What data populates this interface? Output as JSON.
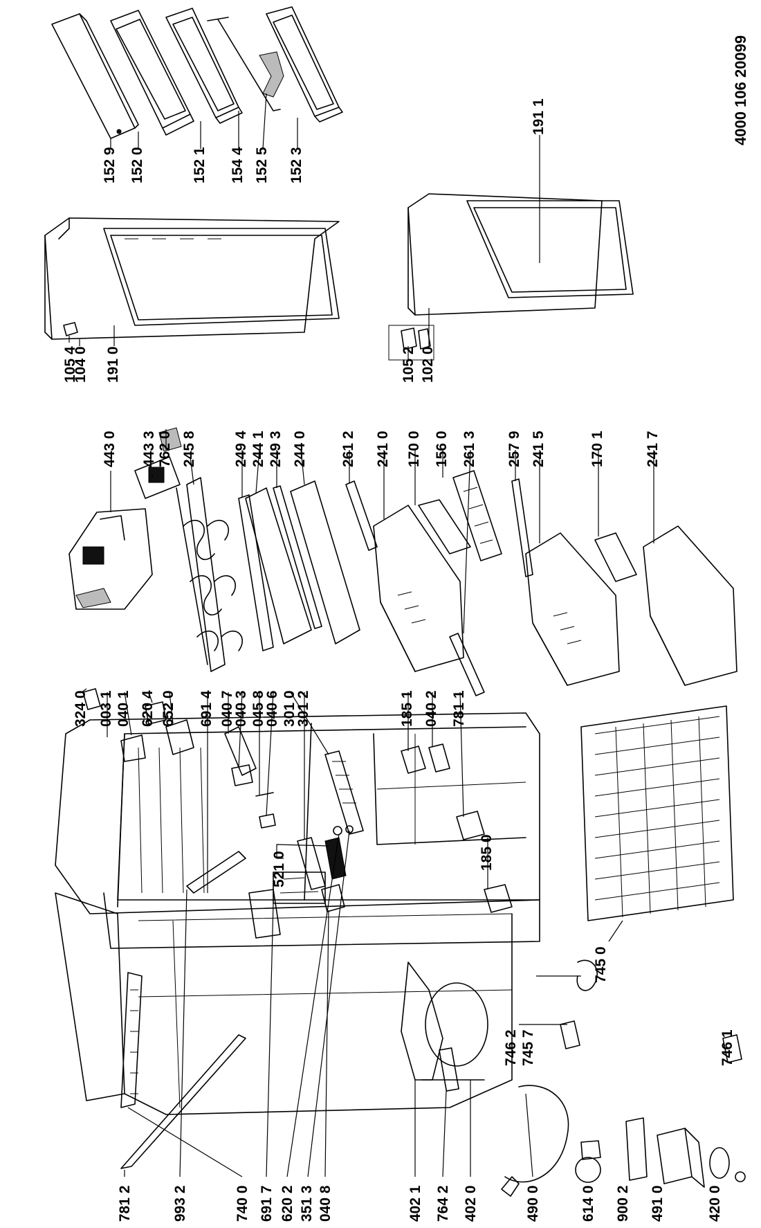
{
  "document_number": "4000 106 20099",
  "labels": {
    "l_1529": "152 9",
    "l_1520": "152 0",
    "l_1521": "152 1",
    "l_1544": "154 4",
    "l_1525": "152 5",
    "l_1523": "152 3",
    "l_1911": "191 1",
    "l_1054": "105 4",
    "l_1040": "104 0",
    "l_1910": "191 0",
    "l_1052": "105 2",
    "l_1020": "102 0",
    "l_4430": "443 0",
    "l_4433": "443 3",
    "l_7620": "762 0",
    "l_2458": "245 8",
    "l_2494": "249 4",
    "l_2441": "244 1",
    "l_2493": "249 3",
    "l_2440": "244 0",
    "l_2612": "261 2",
    "l_2410": "241 0",
    "l_1700": "170 0",
    "l_1560": "156 0",
    "l_2613": "261 3",
    "l_2579": "257 9",
    "l_2415": "241 5",
    "l_1701": "170 1",
    "l_2417": "241 7",
    "l_3240": "324 0",
    "l_0031": "003 1",
    "l_0401": "040 1",
    "l_6204": "620 4",
    "l_6520": "652 0",
    "l_6914": "691 4",
    "l_0407": "040 7",
    "l_0403": "040 3",
    "l_0458": "045 8",
    "l_0406": "040 6",
    "l_3010": "301 0",
    "l_3012": "301 2",
    "l_1851": "185 1",
    "l_0402": "040 2",
    "l_7811": "781 1",
    "l_5210": "521 0",
    "l_1850": "185 0",
    "l_7462": "746 2",
    "l_7457": "745 7",
    "l_7450": "745 0",
    "l_7461": "746 1",
    "l_7812": "781 2",
    "l_9932": "993 2",
    "l_7400": "740 0",
    "l_6917": "691 7",
    "l_6202": "620 2",
    "l_3513": "351 3",
    "l_0408": "040 8",
    "l_4021": "402 1",
    "l_7642": "764 2",
    "l_4020": "402 0",
    "l_4900": "490 0",
    "l_6140": "614 0",
    "l_9002": "900 2",
    "l_4910": "491 0",
    "l_4200": "420 0"
  }
}
